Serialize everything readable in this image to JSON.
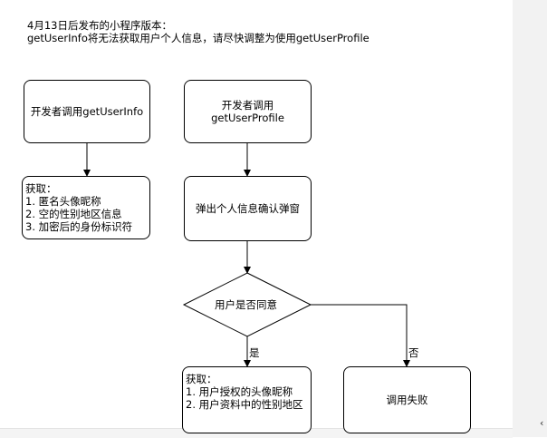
{
  "intro": {
    "line1": "4月13日后发布的小程序版本：",
    "line2": "getUserInfo将无法获取用户个人信息，请尽快调整为使用getUserProfile"
  },
  "nodes": {
    "getuserinfo": {
      "line1": "开发者调用getUserInfo"
    },
    "getuserprofile": {
      "line1": "开发者调用",
      "line2": "getUserProfile"
    },
    "info_result": {
      "line1": "获取：",
      "line2": "1. 匿名头像昵称",
      "line3": "2. 空的性别地区信息",
      "line4": "3. 加密后的身份标识符"
    },
    "popup": {
      "line1": "弹出个人信息确认弹窗"
    },
    "decision": {
      "line1": "用户是否同意"
    },
    "profile_result": {
      "line1": "获取：",
      "line2": "1. 用户授权的头像昵称",
      "line3": "2. 用户资料中的性别地区"
    },
    "fail": {
      "line1": "调用失败"
    }
  },
  "edges": {
    "yes": "是",
    "no": "否"
  },
  "colors": {
    "stroke": "#000000",
    "side_panel": "#f2f2f2",
    "background": "#ffffff"
  }
}
